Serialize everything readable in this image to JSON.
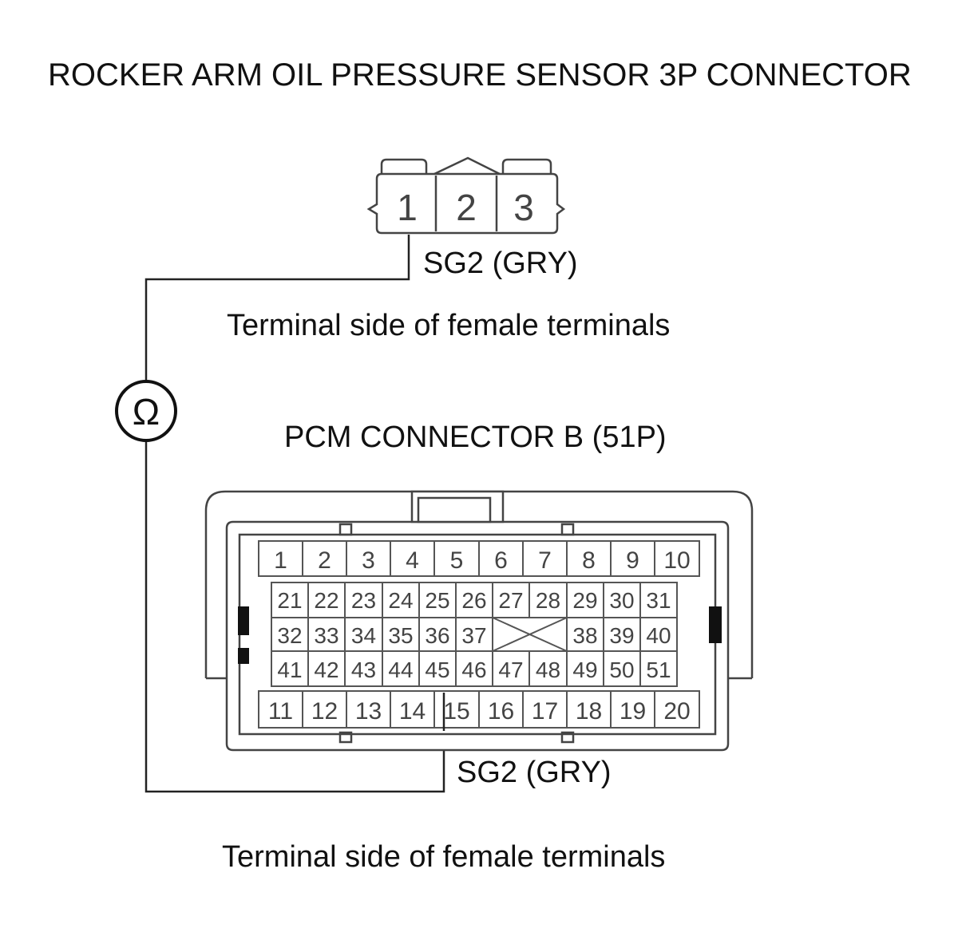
{
  "title": "ROCKER ARM OIL PRESSURE SENSOR 3P CONNECTOR",
  "sensor_connector": {
    "pins": [
      "1",
      "2",
      "3"
    ],
    "wire_label": "SG2 (GRY)",
    "caption": "Terminal side of female terminals"
  },
  "meter_symbol": "Ω",
  "pcm_connector": {
    "title": "PCM CONNECTOR B (51P)",
    "rows": [
      [
        "1",
        "2",
        "3",
        "4",
        "5",
        "6",
        "7",
        "8",
        "9",
        "10"
      ],
      [
        "21",
        "22",
        "23",
        "24",
        "25",
        "26",
        "27",
        "28",
        "29",
        "30",
        "31"
      ],
      [
        "32",
        "33",
        "34",
        "35",
        "36",
        "37",
        "38",
        "39",
        "40"
      ],
      [
        "41",
        "42",
        "43",
        "44",
        "45",
        "46",
        "47",
        "48",
        "49",
        "50",
        "51"
      ],
      [
        "11",
        "12",
        "13",
        "14",
        "15",
        "16",
        "17",
        "18",
        "19",
        "20"
      ]
    ],
    "wire_label": "SG2 (GRY)",
    "caption": "Terminal side of female terminals"
  }
}
